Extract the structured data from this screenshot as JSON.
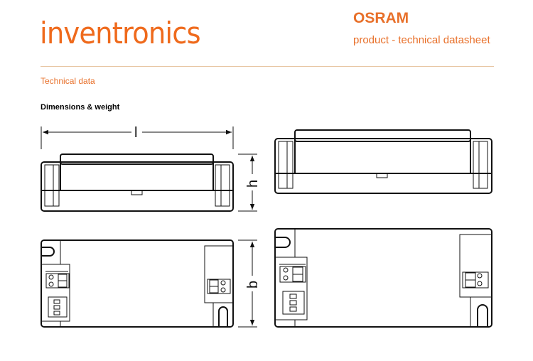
{
  "header": {
    "logo_text": "inventronics",
    "brand": "OSRAM",
    "subtitle": "product - technical datasheet"
  },
  "section_title": "Technical data",
  "subsection_title": "Dimensions & weight",
  "drawing": {
    "length_label": "l",
    "height_label": "h",
    "width_label": "b"
  },
  "colors": {
    "accent": "#ef6a1c",
    "rule": "#e8c6a4"
  }
}
